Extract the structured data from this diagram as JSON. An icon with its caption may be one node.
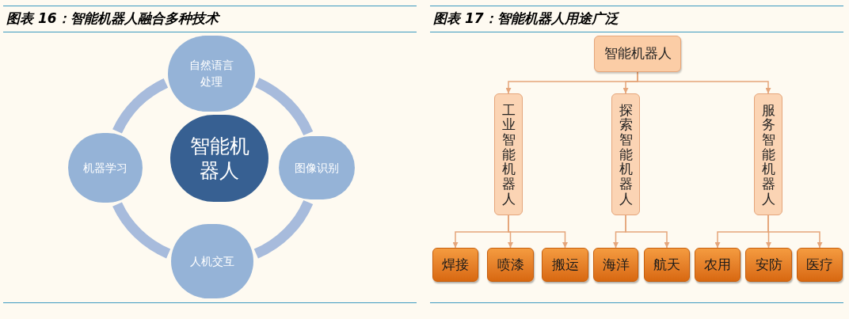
{
  "diagram": {
    "nodes": [
      {
        "text": [
          "智能机器人"
        ]
      },
      {
        "text": [
          "自然语言处理"
        ]
      },
      {
        "text": [
          "机器学习"
        ]
      },
      {
        "text": [
          "图像识别"
        ]
      },
      {
        "text": [
          "人机交互"
        ]
      },
      {
        "text": [
          "智能机器人"
        ]
      },
      {
        "text": [
          "工业智能机器人"
        ]
      },
      {
        "text": [
          "探索智能机器人"
        ]
      },
      {
        "text": [
          "服务智能机器人"
        ]
      },
      {
        "text": [
          "焊接"
        ]
      },
      {
        "text": [
          "喷漆"
        ]
      },
      {
        "text": [
          "搬运"
        ]
      },
      {
        "text": [
          "海洋"
        ]
      },
      {
        "text": [
          "航天"
        ]
      },
      {
        "text": [
          "农用"
        ]
      },
      {
        "text": [
          "安防"
        ]
      },
      {
        "text": [
          "医疗"
        ]
      }
    ],
    "edges": [
      {
        "from": 1,
        "to": 3,
        "arrow": "none",
        "style": "thick",
        "color": "#a7bbdc"
      },
      {
        "from": 3,
        "to": 4,
        "arrow": "none",
        "style": "thick",
        "color": "#a7bbdc"
      },
      {
        "from": 4,
        "to": 2,
        "arrow": "none",
        "style": "thick",
        "color": "#a7bbdc"
      },
      {
        "from": 2,
        "to": 1,
        "arrow": "none",
        "style": "thick",
        "color": "#a7bbdc"
      },
      {
        "from": 5,
        "to": 6,
        "arrow": "to"
      },
      {
        "from": 5,
        "to": 7,
        "arrow": "to"
      },
      {
        "from": 5,
        "to": 8,
        "arrow": "to"
      },
      {
        "from": 6,
        "to": 9,
        "arrow": "to"
      },
      {
        "from": 6,
        "to": 10,
        "arrow": "to"
      },
      {
        "from": 6,
        "to": 11,
        "arrow": "to"
      },
      {
        "from": 7,
        "to": 12,
        "arrow": "to"
      },
      {
        "from": 7,
        "to": 13,
        "arrow": "to"
      },
      {
        "from": 8,
        "to": 14,
        "arrow": "to"
      },
      {
        "from": 8,
        "to": 15,
        "arrow": "to"
      },
      {
        "from": 8,
        "to": 16,
        "arrow": "to"
      }
    ],
    "labels": [
      "图表 16：智能机器人融合多种技术",
      "图表 17：智能机器人用途广泛"
    ]
  }
}
